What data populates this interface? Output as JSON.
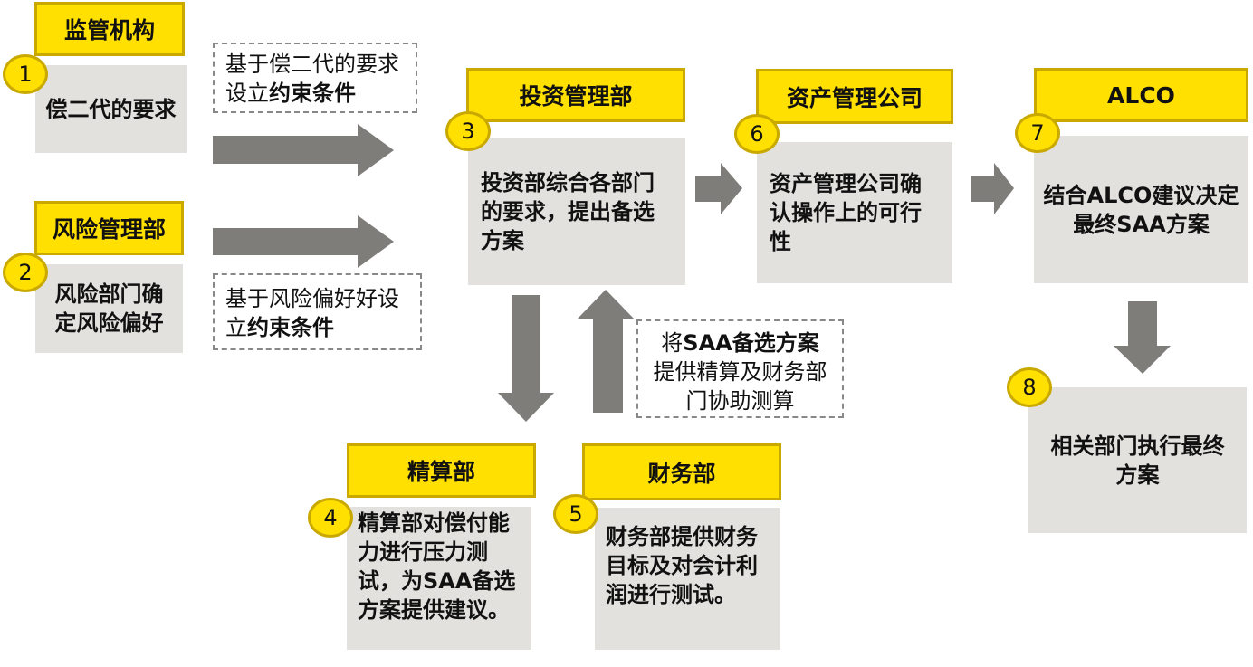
{
  "steps": [
    {
      "num": "1",
      "header": "监管机构",
      "body": "偿二代的要求"
    },
    {
      "num": "2",
      "header": "风险管理部",
      "body": "风险部门确定风险偏好"
    },
    {
      "num": "3",
      "header": "投资管理部",
      "body": "投资部综合各部门的要求，提出备选方案"
    },
    {
      "num": "4",
      "header": "精算部",
      "body": "精算部对偿付能力进行压力测试，为SAA备选方案提供建议。"
    },
    {
      "num": "5",
      "header": "财务部",
      "body": "财务部提供财务目标及对会计利润进行测试。"
    },
    {
      "num": "6",
      "header": "资产管理公司",
      "body": "资产管理公司确认操作上的可行性"
    },
    {
      "num": "7",
      "header": "ALCO",
      "body": "结合ALCO建议决定最终SAA方案"
    },
    {
      "num": "8",
      "body": "相关部门执行最终方案"
    }
  ],
  "notes": [
    {
      "plain": "基于偿二代的要求设立",
      "bold": "约束条件"
    },
    {
      "plain": "基于风险偏好好设立",
      "bold": "约束条件"
    },
    {
      "pre": "将",
      "bold": "SAA备选方案",
      "post": "提供精算及财务部门协助测算"
    }
  ],
  "colors": {
    "yellow": "#ffe000",
    "grey": "#e2e1de",
    "arrow": "#7f7d7a"
  }
}
